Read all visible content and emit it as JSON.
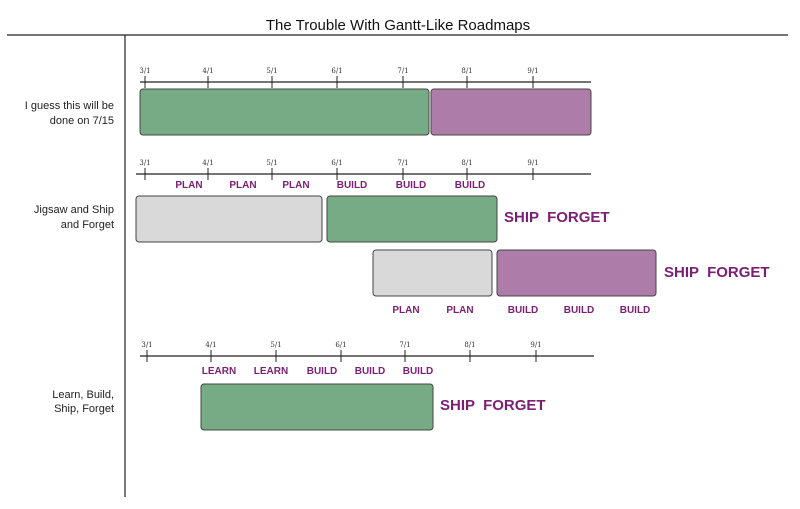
{
  "title": "The Trouble With Gantt-Like Roadmaps",
  "colors": {
    "green": "#77ab85",
    "purple": "#ae7ca8",
    "gray": "#d9d9d9",
    "accent_text": "#7b1f74",
    "line": "#222222"
  },
  "ticks": [
    "3/1",
    "4/1",
    "5/1",
    "6/1",
    "7/1",
    "8/1",
    "9/1"
  ],
  "rows": [
    {
      "label_lines": [
        "I guess this will be",
        "done on 7/15"
      ],
      "bars": [
        {
          "color": "green"
        },
        {
          "color": "purple"
        }
      ],
      "phase_labels": [],
      "trailing_texts": []
    },
    {
      "label_lines": [
        "Jigsaw and Ship",
        "and Forget"
      ],
      "bars": [
        {
          "color": "gray"
        },
        {
          "color": "green"
        },
        {
          "color": "gray"
        },
        {
          "color": "purple"
        }
      ],
      "phase_labels": [
        "PLAN",
        "PLAN",
        "PLAN",
        "BUILD",
        "BUILD",
        "BUILD",
        "PLAN",
        "PLAN",
        "BUILD",
        "BUILD",
        "BUILD"
      ],
      "trailing_texts": [
        "SHIP  FORGET",
        "SHIP  FORGET"
      ]
    },
    {
      "label_lines": [
        "Learn, Build,",
        "Ship, Forget"
      ],
      "bars": [
        {
          "color": "green"
        }
      ],
      "phase_labels": [
        "LEARN",
        "LEARN",
        "BUILD",
        "BUILD",
        "BUILD"
      ],
      "trailing_texts": [
        "SHIP  FORGET"
      ]
    }
  ]
}
